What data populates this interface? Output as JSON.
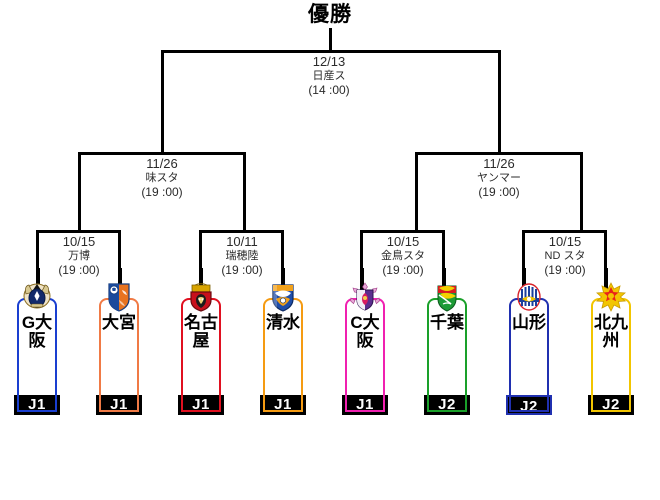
{
  "title": "優勝",
  "final": {
    "date": "12/13",
    "venue": "日産ス",
    "time": "(14 :00)"
  },
  "semifinals": [
    {
      "date": "11/26",
      "venue": "味スタ",
      "time": "(19 :00)"
    },
    {
      "date": "11/26",
      "venue": "ヤンマー",
      "time": "(19 :00)"
    }
  ],
  "quarterfinals": [
    {
      "date": "10/15",
      "venue": "万博",
      "time": "(19 :00)"
    },
    {
      "date": "10/11",
      "venue": "瑞穂陸",
      "time": "(19 :00)"
    },
    {
      "date": "10/15",
      "venue": "金鳥スタ",
      "time": "(19 :00)"
    },
    {
      "date": "10/15",
      "venue": "ND スタ",
      "time": "(19 :00)"
    }
  ],
  "teams": [
    {
      "name": "G大阪",
      "league": "J1",
      "color": "#1a3fd0",
      "crest": "gamba-osaka-crest"
    },
    {
      "name": "大宮",
      "league": "J1",
      "color": "#f07a45",
      "crest": "omiya-ardija-crest"
    },
    {
      "name": "名古屋",
      "league": "J1",
      "color": "#e01020",
      "crest": "nagoya-grampus-crest"
    },
    {
      "name": "清水",
      "league": "J1",
      "color": "#f59b12",
      "crest": "shimizu-spulse-crest"
    },
    {
      "name": "C大阪",
      "league": "J1",
      "color": "#f020b0",
      "crest": "cerezo-osaka-crest"
    },
    {
      "name": "千葉",
      "league": "J2",
      "color": "#1aa02a",
      "crest": "jef-chiba-crest"
    },
    {
      "name": "山形",
      "league": "J2",
      "color": "#2030b0",
      "crest": "montedio-yamagata-crest"
    },
    {
      "name": "北九州",
      "league": "J2",
      "color": "#f2c500",
      "crest": "giravanz-kitakyushu-crest"
    }
  ]
}
